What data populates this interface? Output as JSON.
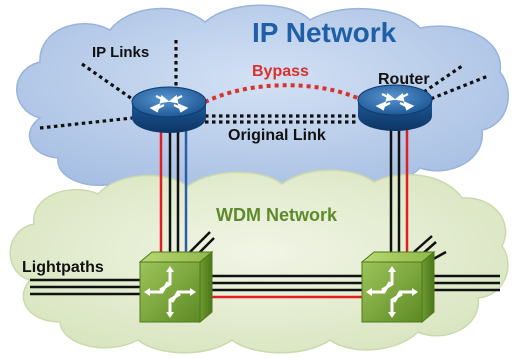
{
  "labels": {
    "ip_network": "IP Network",
    "ip_links": "IP Links",
    "bypass": "Bypass",
    "router": "Router",
    "original_link": "Original Link",
    "wdm_network": "WDM Network",
    "lightpaths": "Lightpaths"
  },
  "colors": {
    "ip_cloud": "#b9cdea",
    "ip_cloud_edge": "#9db6dc",
    "wdm_cloud": "#e4ecd0",
    "wdm_cloud_edge": "#cfdcaf",
    "ip_title": "#1f5fa8",
    "bypass": "#d9322b",
    "wdm_title": "#5e8a2c",
    "router_body": "#1a4f88",
    "router_top": "#2f6fb0",
    "switch_body": "#7fa83c",
    "switch_top": "#a9cc5c",
    "fiber_black": "#111111",
    "fiber_red": "#e02020",
    "fiber_blue": "#2a5fa8"
  },
  "icons": {
    "router": "router-icon",
    "optical_switch": "optical-switch-icon"
  }
}
